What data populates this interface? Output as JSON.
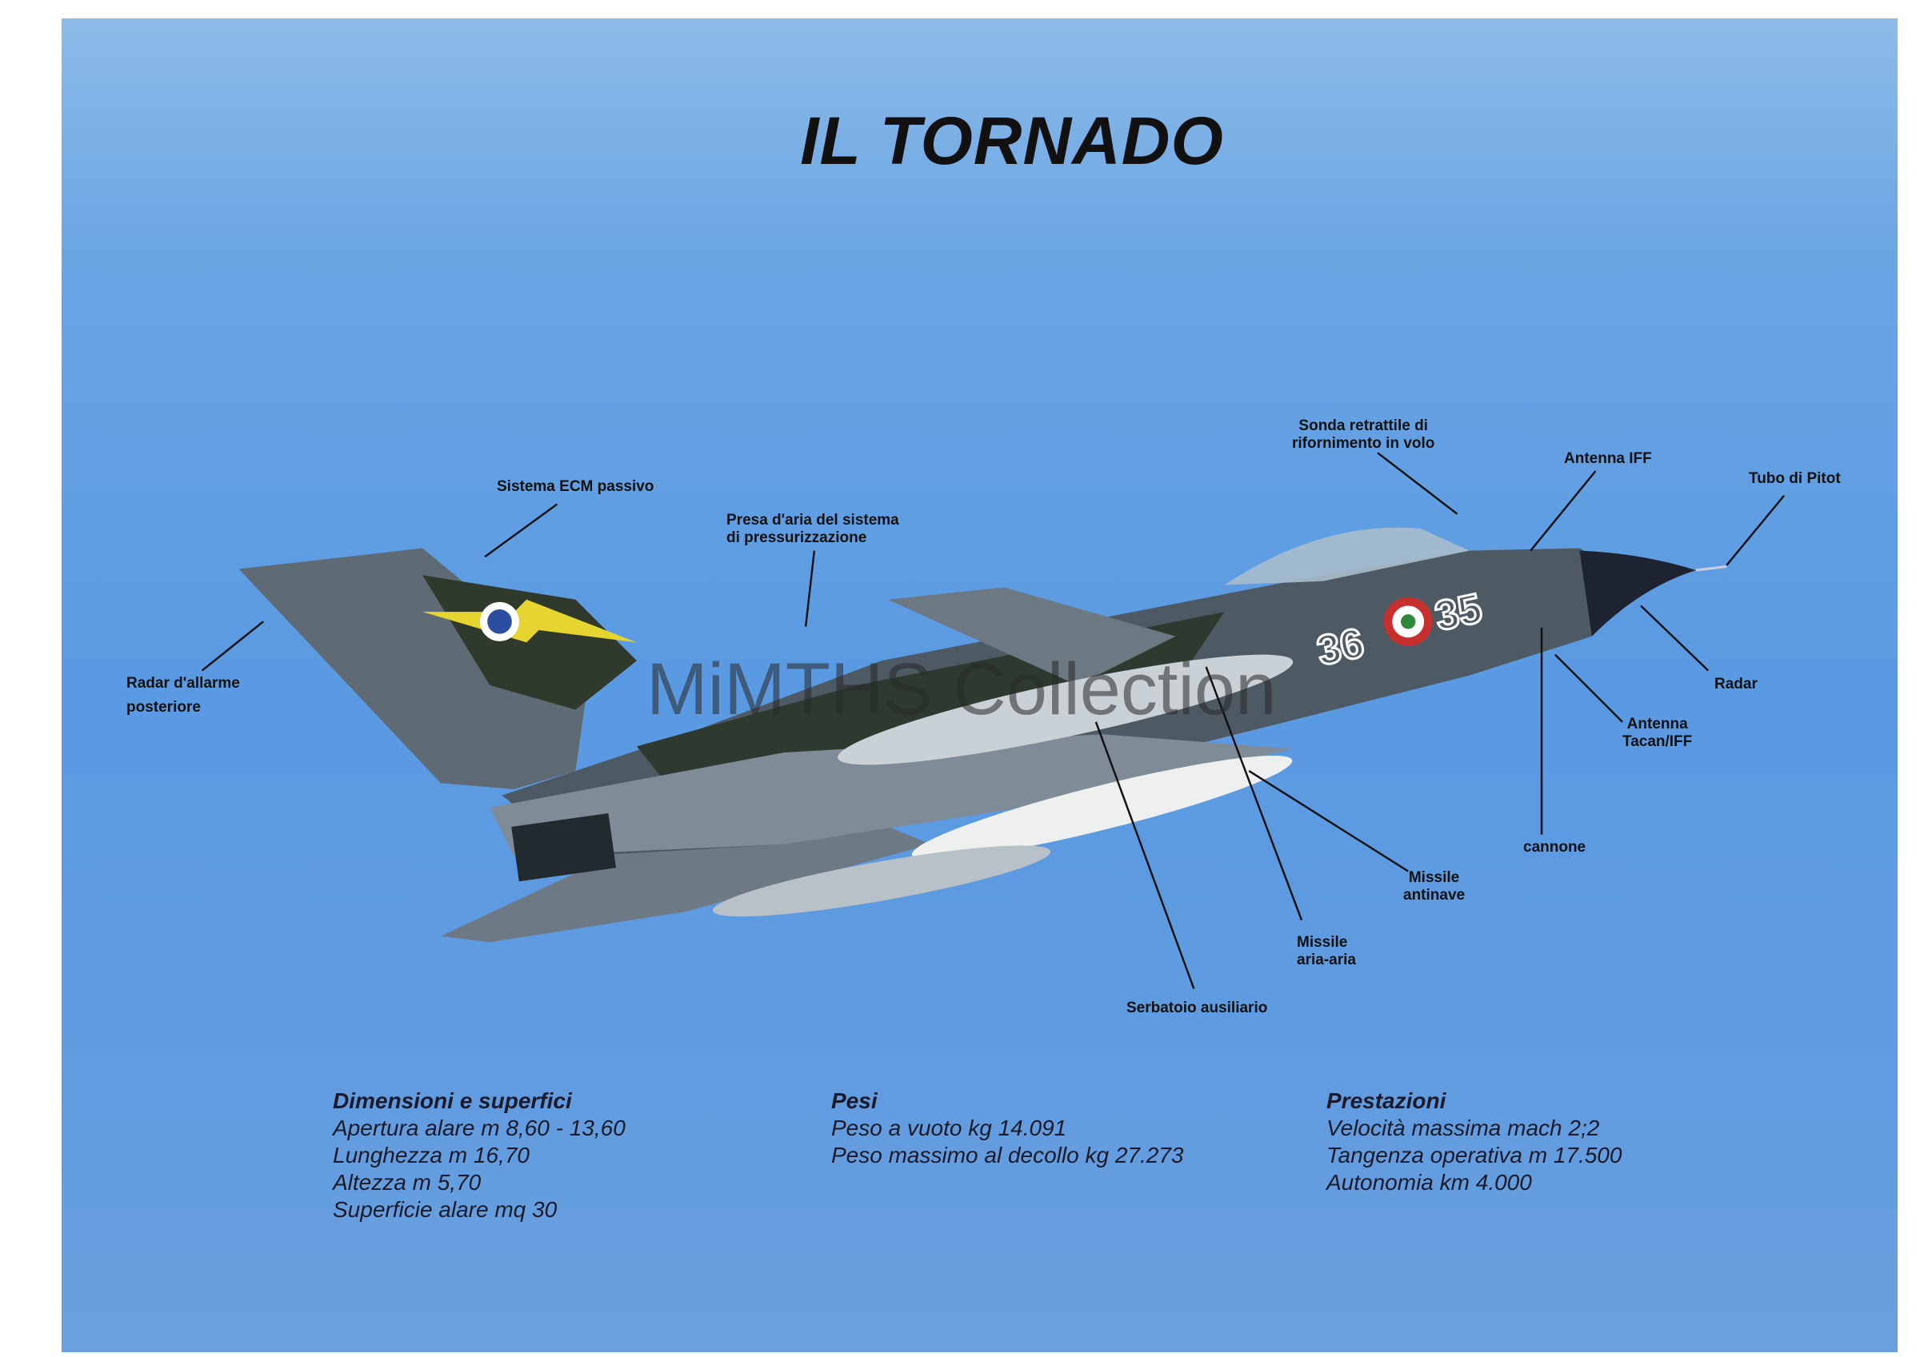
{
  "title": "IL TORNADO",
  "watermark": "MiMTHS Collection",
  "labels": {
    "ecm": "Sistema ECM passivo",
    "presa_1": "Presa d'aria del sistema",
    "presa_2": "di pressurizzazione",
    "radar_allarme_1": "Radar d'allarme",
    "radar_allarme_2": "posteriore",
    "sonda_1": "Sonda retrattile di",
    "sonda_2": "rifornimento in volo",
    "antenna_iff": "Antenna IFF",
    "pitot": "Tubo di Pitot",
    "radar": "Radar",
    "tacan_1": "Antenna",
    "tacan_2": "Tacan/IFF",
    "cannone": "cannone",
    "antinave_1": "Missile",
    "antinave_2": "antinave",
    "aria_1": "Missile",
    "aria_2": "aria-aria",
    "serbatoio": "Serbatoio ausiliario"
  },
  "aircraft_markings": {
    "left_number": "36",
    "right_number": "35"
  },
  "specs": [
    {
      "heading": "Dimensioni e superfici",
      "lines": [
        "Apertura alare m 8,60 - 13,60",
        "Lunghezza m 16,70",
        "Altezza m 5,70",
        "Superficie alare mq 30"
      ]
    },
    {
      "heading": "Pesi",
      "lines": [
        "Peso a vuoto kg 14.091",
        "Peso massimo al decollo kg 27.273"
      ]
    },
    {
      "heading": "Prestazioni",
      "lines": [
        "Velocità massima mach 2;2",
        "Tangenza operativa m 17.500",
        "Autonomia km 4.000"
      ]
    }
  ]
}
